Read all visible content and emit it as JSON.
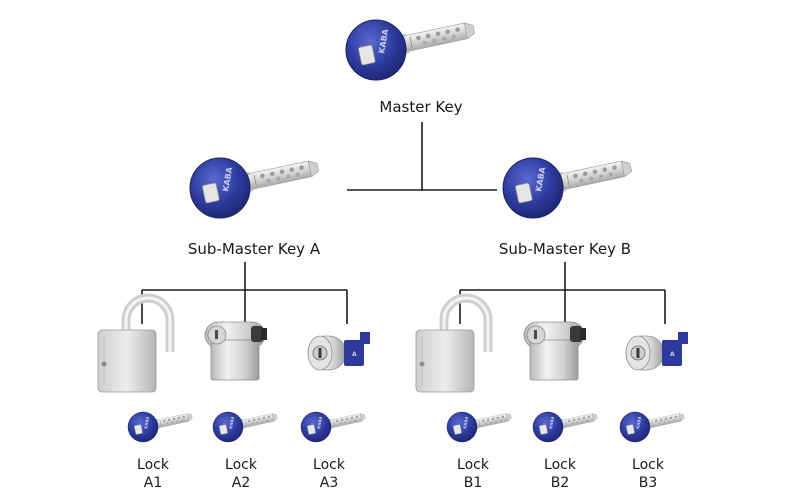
{
  "master": {
    "label": "Master Key",
    "brand": "KABA"
  },
  "sub_masters": [
    {
      "id": "A",
      "label": "Sub-Master Key A"
    },
    {
      "id": "B",
      "label": "Sub-Master Key B"
    }
  ],
  "locks": [
    {
      "id": "A1",
      "line1": "Lock",
      "line2": "A1",
      "type": "padlock-icon"
    },
    {
      "id": "A2",
      "line1": "Lock",
      "line2": "A2",
      "type": "half-cylinder-icon"
    },
    {
      "id": "A3",
      "line1": "Lock",
      "line2": "A3",
      "type": "cam-lock-icon"
    },
    {
      "id": "B1",
      "line1": "Lock",
      "line2": "B1",
      "type": "padlock-icon"
    },
    {
      "id": "B2",
      "line1": "Lock",
      "line2": "B2",
      "type": "half-cylinder-icon"
    },
    {
      "id": "B3",
      "line1": "Lock",
      "line2": "B3",
      "type": "cam-lock-icon"
    }
  ],
  "colors": {
    "key_head": "#2d3a9c",
    "key_head_dark": "#1c256e",
    "blade": "#d9d9d9",
    "lines": "#1a1a1a"
  }
}
